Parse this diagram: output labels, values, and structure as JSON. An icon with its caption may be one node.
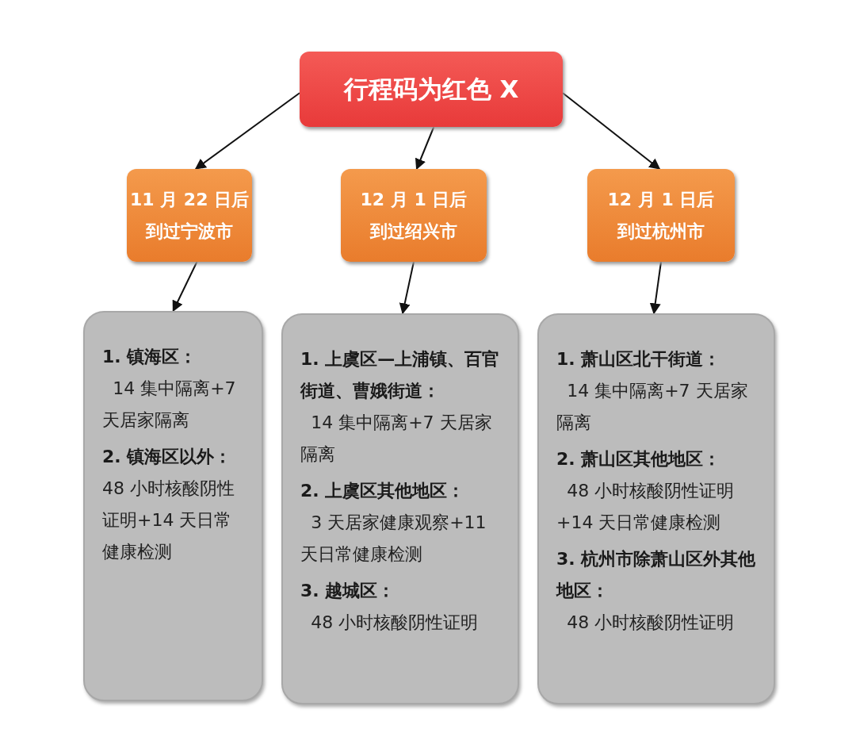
{
  "diagram": {
    "nodes": [
      {
        "text": [
          "行程码为红色 X"
        ]
      },
      {
        "text": [
          "11 月 22 日后",
          "到过宁波市"
        ]
      },
      {
        "text": [
          "12 月 1 日后",
          "到过绍兴市"
        ]
      },
      {
        "text": [
          "12 月 1 日后",
          "到过杭州市"
        ]
      },
      {
        "text": [
          "1. 镇海区：",
          "14 集中隔离+7 天居家隔离",
          "2. 镇海区以外：",
          "48 小时核酸阴性证明+14 天日常健康检测"
        ]
      },
      {
        "text": [
          "1. 上虞区—上浦镇、百官街道、曹娥街道：",
          "14 集中隔离+7 天居家隔离",
          "2. 上虞区其他地区：",
          "3 天居家健康观察+11 天日常健康检测",
          "3. 越城区：",
          "48 小时核酸阴性证明"
        ]
      },
      {
        "text": [
          "1. 萧山区北干街道：",
          "14 集中隔离+7 天居家隔离",
          "2. 萧山区其他地区：",
          "48 小时核酸阴性证明+14 天日常健康检测",
          "3. 杭州市除萧山区外其他地区：",
          "48 小时核酸阴性证明"
        ]
      }
    ],
    "edges": [
      {
        "from": 0,
        "to": 1,
        "arrow": "to"
      },
      {
        "from": 0,
        "to": 2,
        "arrow": "to"
      },
      {
        "from": 0,
        "to": 3,
        "arrow": "to"
      },
      {
        "from": 1,
        "to": 4,
        "arrow": "to"
      },
      {
        "from": 2,
        "to": 5,
        "arrow": "to"
      },
      {
        "from": 3,
        "to": 6,
        "arrow": "to"
      }
    ]
  }
}
